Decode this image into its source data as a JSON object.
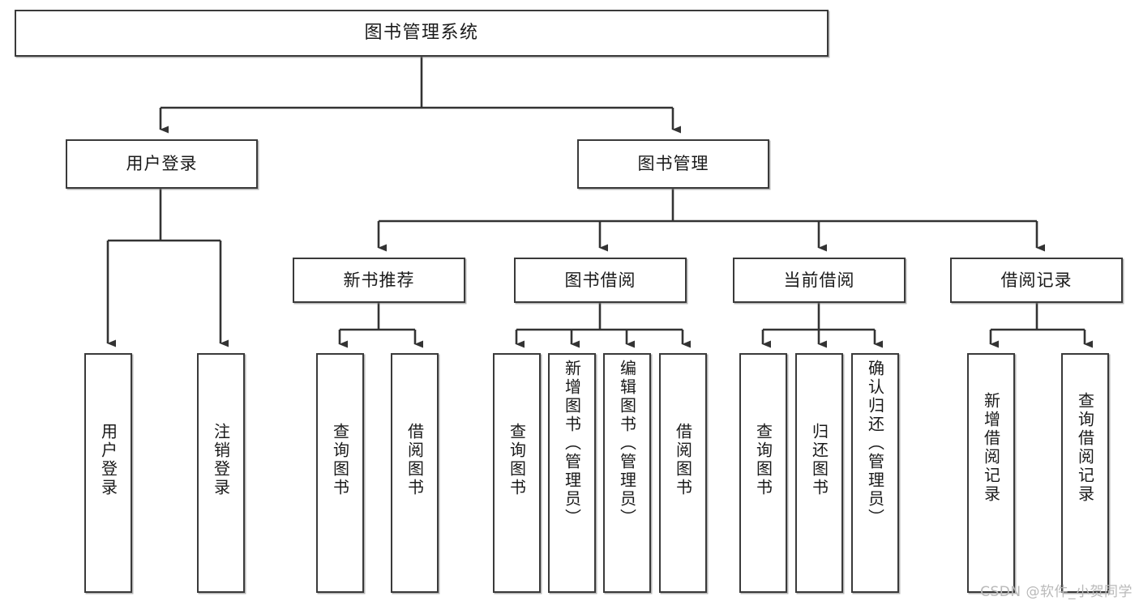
{
  "diagram": {
    "title": "图书管理系统",
    "watermark": "CSDN @软件_小贺同学",
    "colors": {
      "background": "#ffffff",
      "box_border": "#3a3a3a",
      "box_fill": "#ffffff",
      "edge": "#333333",
      "text": "#1a1a1a",
      "watermark": "#b9b9b9"
    },
    "root": {
      "label": "图书管理系统"
    },
    "level2": [
      {
        "id": "user-login",
        "label": "用户登录"
      },
      {
        "id": "book-manage",
        "label": "图书管理"
      }
    ],
    "level3": [
      {
        "id": "new-book-recommend",
        "label": "新书推荐"
      },
      {
        "id": "book-borrow",
        "label": "图书借阅"
      },
      {
        "id": "current-borrow",
        "label": "当前借阅"
      },
      {
        "id": "borrow-record",
        "label": "借阅记录"
      }
    ],
    "leaves": {
      "user-login": [
        {
          "id": "leaf-user-login",
          "label": "用户登录"
        },
        {
          "id": "leaf-user-logout",
          "label": "注销登录"
        }
      ],
      "new-book-recommend": [
        {
          "id": "leaf-query-book-1",
          "label": "查询图书"
        },
        {
          "id": "leaf-borrow-book-1",
          "label": "借阅图书"
        }
      ],
      "book-borrow": [
        {
          "id": "leaf-query-book-2",
          "label": "查询图书"
        },
        {
          "id": "leaf-add-book",
          "label": "新增图书（管理员）"
        },
        {
          "id": "leaf-edit-book",
          "label": "编辑图书（管理员）"
        },
        {
          "id": "leaf-borrow-book-2",
          "label": "借阅图书"
        }
      ],
      "current-borrow": [
        {
          "id": "leaf-query-book-3",
          "label": "查询图书"
        },
        {
          "id": "leaf-return-book",
          "label": "归还图书"
        },
        {
          "id": "leaf-confirm-return",
          "label": "确认归还（管理员）"
        }
      ],
      "borrow-record": [
        {
          "id": "leaf-add-record",
          "label": "新增借阅记录"
        },
        {
          "id": "leaf-query-record",
          "label": "查询借阅记录"
        }
      ]
    }
  }
}
